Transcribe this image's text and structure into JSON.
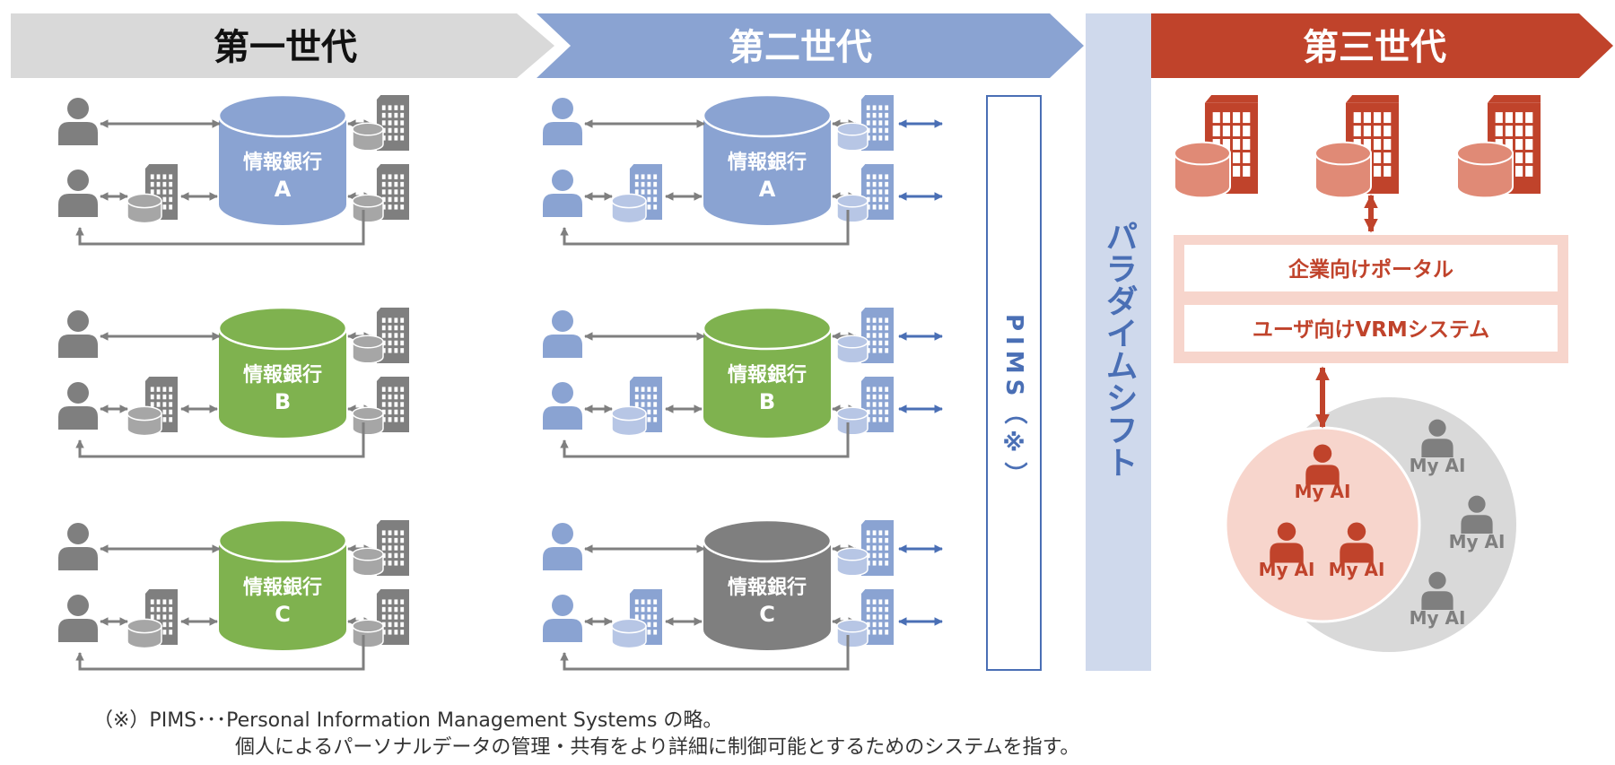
{
  "headers": {
    "gen1": "第一世代",
    "gen2": "第二世代",
    "gen3": "第三世代"
  },
  "bank_label": "情報銀行",
  "bank_letters": [
    "A",
    "B",
    "C"
  ],
  "pims_label": "PIMS（※）",
  "paradigm_label": "パラダイムシフト",
  "gen3": {
    "portal": "企業向けポータル",
    "vrm": "ユーザ向けVRMシステム",
    "my_ai": "My AI"
  },
  "footnote": {
    "line1": "（※）PIMS･･･Personal Information Management Systems の略。",
    "line2": "個人によるパーソナルデータの管理・共有をより詳細に制御可能とするためのシステムを指す。"
  },
  "colors": {
    "gen1_header": "#d9d9d9",
    "gen2_header": "#8aa3d2",
    "gen3_header": "#c0432b",
    "gray": "#7f7f7f",
    "light_gray": "#a6a6a6",
    "blue": "#8aa3d2",
    "light_blue": "#b7c6e5",
    "green": "#7fb24f",
    "red": "#c0432b",
    "salmon": "#e08a76",
    "pink": "#f7d5cc",
    "paradigm_band": "#cfd9ec",
    "pims_blue": "#4a6fb5",
    "circle_gray": "#d9d9d9"
  },
  "icons": [
    "person-icon",
    "building-icon",
    "database-icon",
    "double-arrow-icon",
    "return-arrow-icon"
  ]
}
